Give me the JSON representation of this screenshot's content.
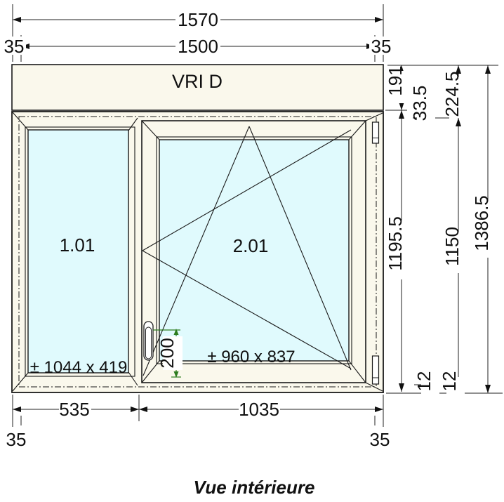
{
  "title": "Vue intérieure",
  "shutter_box": {
    "label": "VRI D"
  },
  "sashes": {
    "left": {
      "number": "1.01",
      "size": "± 1044 x 419"
    },
    "right": {
      "number": "2.01",
      "size": "± 960 x 837",
      "handle_dim": "200"
    }
  },
  "dims": {
    "top_overall": "1570",
    "top_inner": "1500",
    "top_left_offset": "35",
    "top_right_offset": "35",
    "bottom_left_width": "535",
    "bottom_right_width": "1035",
    "bottom_left_offset": "35",
    "bottom_right_offset": "35",
    "right_box_height": "191",
    "right_gap": "33.5",
    "right_box_total": "224.5",
    "right_opening_height": "1195.5",
    "right_glass_height": "1150",
    "right_total_height": "1386.5",
    "right_sill_a": "12",
    "right_sill_b": "12"
  },
  "colors": {
    "frame": "#faf8ec",
    "glass": "#e0fafd",
    "line": "#1a1a1a",
    "dim_green": "#2e7d1f"
  }
}
